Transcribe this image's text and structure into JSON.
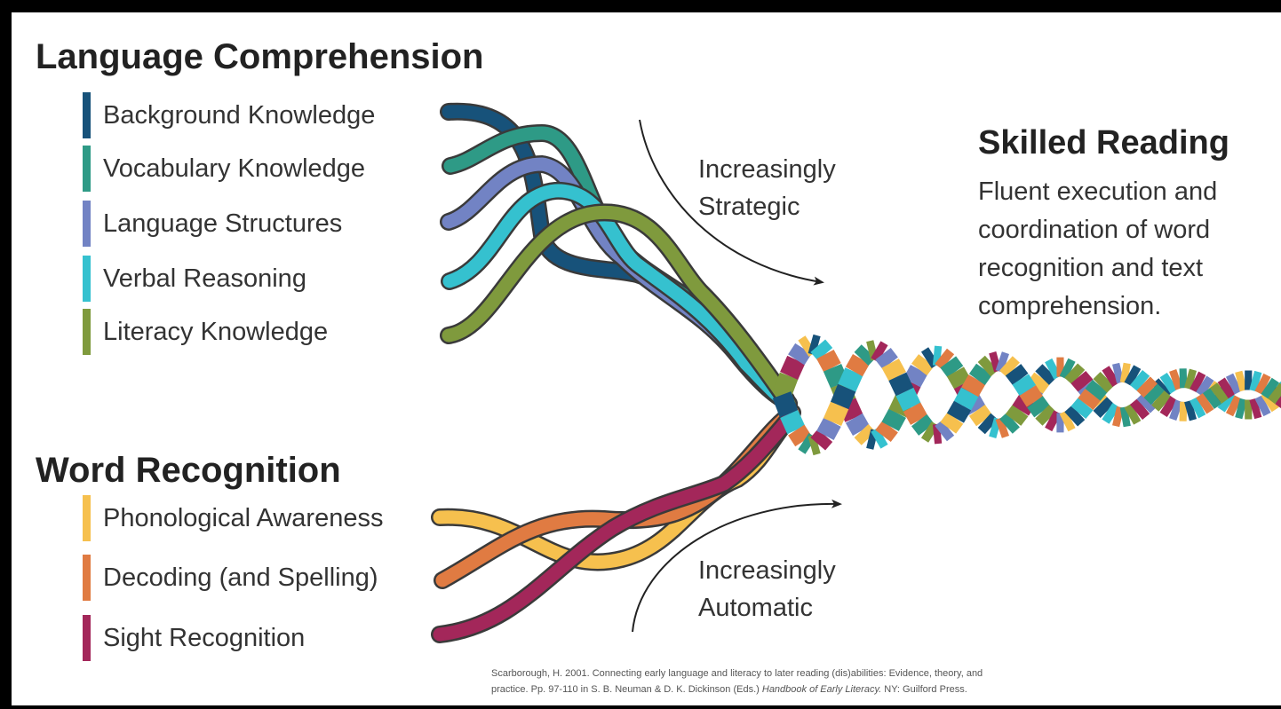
{
  "language_comprehension": {
    "title": "Language Comprehension",
    "items": [
      {
        "label": "Background Knowledge",
        "color": "#17527a"
      },
      {
        "label": "Vocabulary Knowledge",
        "color": "#2e9a86"
      },
      {
        "label": "Language Structures",
        "color": "#7283c4"
      },
      {
        "label": "Verbal Reasoning",
        "color": "#35c1cf"
      },
      {
        "label": "Literacy Knowledge",
        "color": "#7f9a3d"
      }
    ]
  },
  "word_recognition": {
    "title": "Word Recognition",
    "items": [
      {
        "label": "Phonological Awareness",
        "color": "#f6c04e"
      },
      {
        "label": "Decoding (and Spelling)",
        "color": "#e07b42"
      },
      {
        "label": "Sight Recognition",
        "color": "#a3275a"
      }
    ]
  },
  "arrows": {
    "strategic": [
      "Increasingly",
      "Strategic"
    ],
    "automatic": [
      "Increasingly",
      "Automatic"
    ]
  },
  "skilled_reading": {
    "title": "Skilled Reading",
    "description_lines": [
      "Fluent execution and",
      "coordination of word",
      "recognition and text",
      "comprehension."
    ]
  },
  "citation": {
    "line1": "Scarborough, H. 2001. Connecting early language and literacy to later reading (dis)abilities: Evidence, theory, and",
    "line2_prefix": "practice. Pp. 97-110 in S. B. Neuman & D. K. Dickinson (Eds.)",
    "line2_italic": "Handbook of Early Literacy.",
    "line2_suffix": "NY: Guilford Press."
  }
}
